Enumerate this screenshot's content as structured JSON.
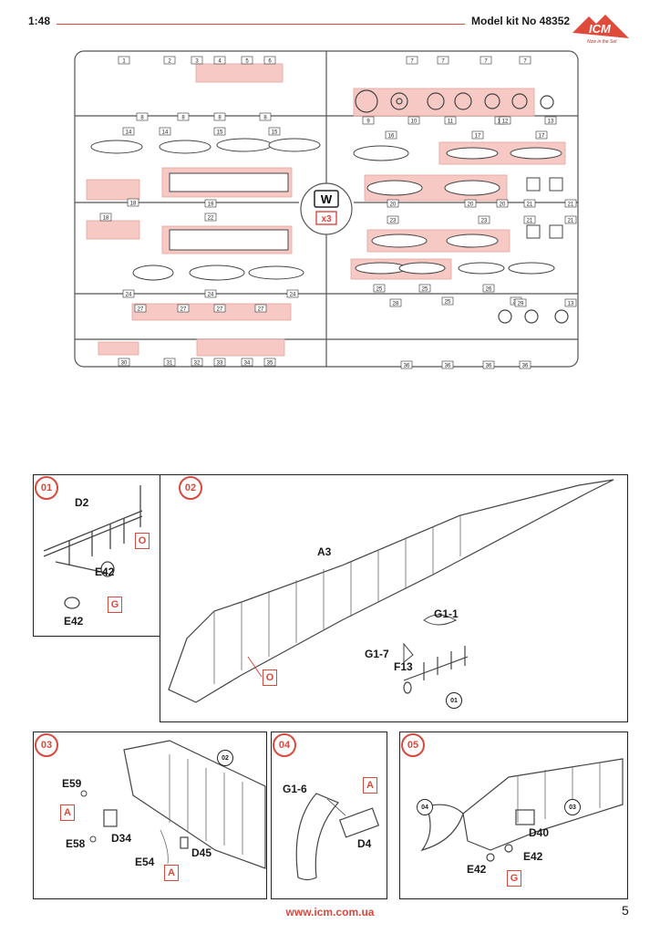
{
  "header": {
    "scale": "1:48",
    "kit_label": "Model kit No 48352",
    "logo_text": "ICM",
    "logo_tagline": "Now in the Set"
  },
  "sprue": {
    "letter": "W",
    "multiplier": "x3",
    "part_numbers": [
      "1",
      "2",
      "3",
      "4",
      "5",
      "6",
      "7",
      "7",
      "7",
      "7",
      "8",
      "8",
      "8",
      "8",
      "9",
      "10",
      "11",
      "12",
      "12",
      "13",
      "14",
      "14",
      "15",
      "15",
      "16",
      "17",
      "17",
      "18",
      "18",
      "19",
      "20",
      "20",
      "20",
      "21",
      "21",
      "21",
      "21",
      "22",
      "23",
      "23",
      "24",
      "24",
      "24",
      "25",
      "25",
      "25",
      "26",
      "26",
      "27",
      "27",
      "27",
      "27",
      "28",
      "29",
      "13",
      "30",
      "31",
      "32",
      "33",
      "34",
      "35",
      "36",
      "36",
      "36",
      "36"
    ]
  },
  "steps": [
    {
      "number": "01",
      "labels": [
        "D2",
        "E42",
        "E42"
      ],
      "tags": [
        "O",
        "G"
      ]
    },
    {
      "number": "02",
      "labels": [
        "A3",
        "G1-1",
        "G1-7",
        "F13"
      ],
      "tags": [
        "O"
      ],
      "refs": [
        "01"
      ]
    },
    {
      "number": "03",
      "labels": [
        "E59",
        "E58",
        "D34",
        "E54",
        "D45"
      ],
      "tags": [
        "A",
        "A"
      ],
      "refs": [
        "02"
      ]
    },
    {
      "number": "04",
      "labels": [
        "G1-6",
        "D4"
      ],
      "tags": [
        "A"
      ]
    },
    {
      "number": "05",
      "labels": [
        "D40",
        "E42",
        "E42"
      ],
      "tags": [
        "G"
      ],
      "refs": [
        "04",
        "03"
      ]
    }
  ],
  "footer": {
    "url": "www.icm.com.ua",
    "page": "5"
  },
  "colors": {
    "accent": "#d9493d",
    "highlight": "#f6c9c4"
  }
}
